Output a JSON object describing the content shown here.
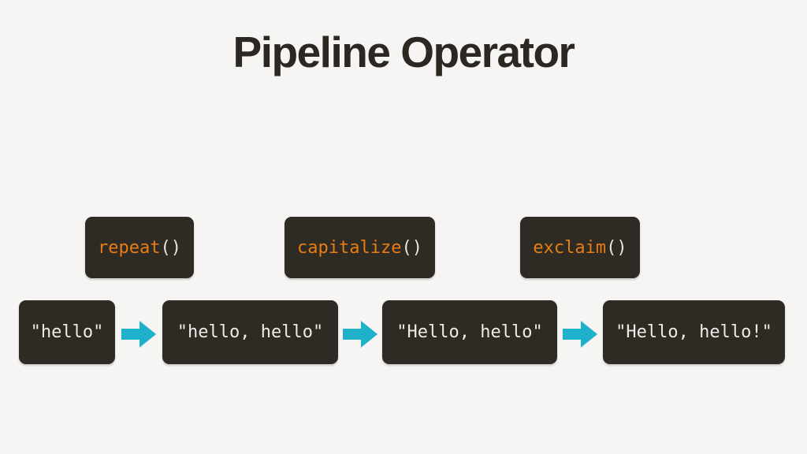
{
  "slide": {
    "title": "Pipeline Operator"
  },
  "colors": {
    "background": "#f6f5f3",
    "title_text": "#2b2721",
    "box_background": "#2e2a24",
    "function_name": "#e87d12",
    "parentheses": "#e8e6e0",
    "value_text": "#edebe6",
    "arrow": "#1fb1c9"
  },
  "function_boxes": [
    {
      "name": "repeat",
      "parens": "()"
    },
    {
      "name": "capitalize",
      "parens": "()"
    },
    {
      "name": "exclaim",
      "parens": "()"
    }
  ],
  "pipeline_boxes": [
    {
      "value": "\"hello\""
    },
    {
      "value": "\"hello, hello\""
    },
    {
      "value": "\"Hello, hello\""
    },
    {
      "value": "\"Hello, hello!\""
    }
  ],
  "icons": {
    "arrow": "arrow-right-icon"
  }
}
